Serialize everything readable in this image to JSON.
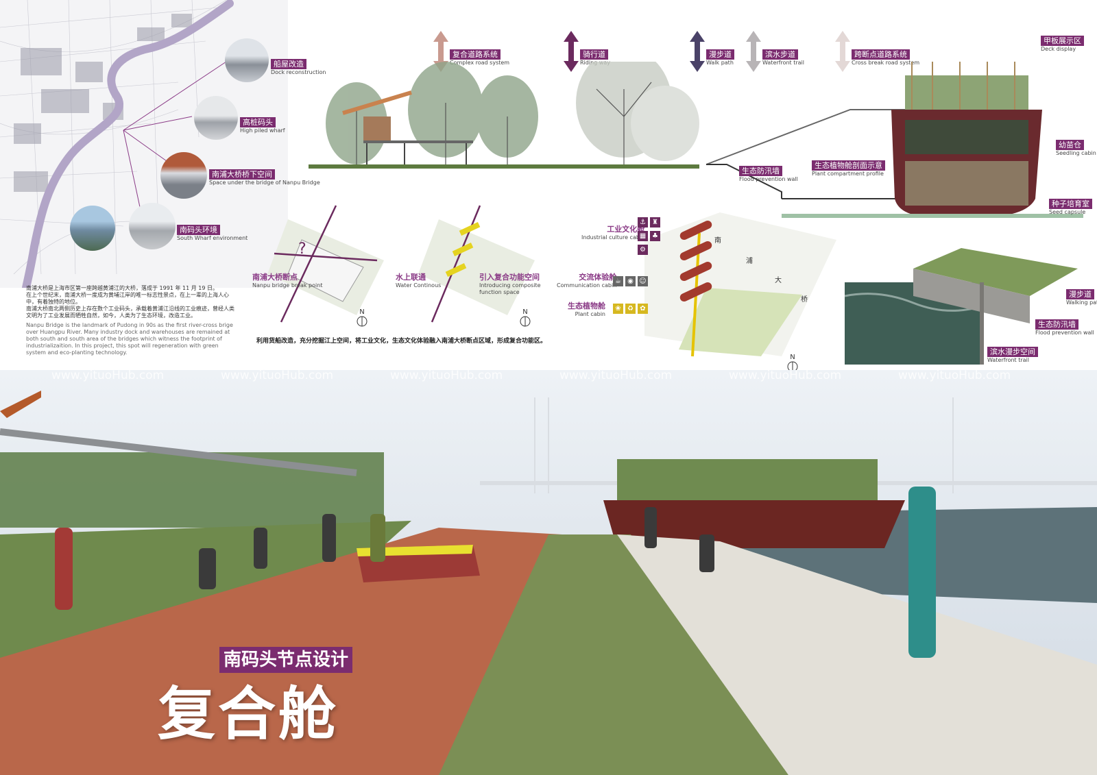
{
  "map_labels": [
    {
      "cn": "船屋改造",
      "en": "Dock reconstruction"
    },
    {
      "cn": "高桩码头",
      "en": "High piled wharf"
    },
    {
      "cn": "南浦大桥桥下空间",
      "en": "Space under the bridge of Nanpu Bridge"
    },
    {
      "cn": "南码头环境",
      "en": "South Wharf environment"
    }
  ],
  "intro": {
    "cn1": "南浦大桥是上海市区第一座跨越黄浦江的大桥，落成于 1991 年 11 月 19 日。",
    "cn2": "在上个世纪末，南浦大桥一度成为黄埔江岸的唯一标志性景点，在上一辈的上海人心中，有着独特的地位。",
    "cn3": "南浦大桥南北两侧历史上存在数个工业码头，承载着黄浦江沿线的工业痕迹，曾经人类文明为了工业发展而牺牲自然，如今，人类为了生态环境，改造工业。",
    "en": "Nanpu Bridge is the landmark of Pudong in 90s as the first river-cross brige over Huangpu River. Many industry dock and warehouses are remained at both south and south area of the bridges which witness the footprint of industrializaition. In this project, this spot will regeneration with green system and eco-planting technology."
  },
  "legend": [
    {
      "cn": "复合道路系统",
      "en": "Complex road system",
      "color": "#c99a8f"
    },
    {
      "cn": "骑行道",
      "en": "Riding way",
      "color": "#6b2a5e"
    },
    {
      "cn": "漫步道",
      "en": "Walk path",
      "color": "#4a4268"
    },
    {
      "cn": "滨水步道",
      "en": "Waterfront trail",
      "color": "#b8b4b6"
    },
    {
      "cn": "跨断点道路系统",
      "en": "Cross break road system",
      "color": "#e3d8d6"
    }
  ],
  "section_labels": [
    {
      "cn": "生态防汛墙",
      "en": "Flood prevention wall"
    },
    {
      "cn": "生态植物舱剖面示意",
      "en": "Plant compartment profile"
    },
    {
      "cn": "甲板展示区",
      "en": "Deck display"
    },
    {
      "cn": "幼苗仓",
      "en": "Seedling cabin"
    },
    {
      "cn": "种子培育室",
      "en": "Seed capsule"
    }
  ],
  "diagram_labels": [
    {
      "cn": "南浦大桥断点",
      "en": "Nanpu bridge break point"
    },
    {
      "cn": "水上联通",
      "en": "Water Continous"
    },
    {
      "cn": "引入复合功能空间",
      "en": "Introducing composite function space"
    }
  ],
  "diagram_caption": "利用货船改造，充分挖掘江上空间，将工业文化，生态文化体验融入南浦大桥断点区域，形成复合功能区。",
  "cabins": [
    {
      "cn": "工业文化舱",
      "en": "Industrial culture cabin",
      "icons": [
        "⚓",
        "♜",
        "▦",
        "♣",
        "⚙"
      ]
    },
    {
      "cn": "交流体验舱",
      "en": "Communication cabin",
      "icons": [
        "☕",
        "◉",
        "☺"
      ]
    },
    {
      "cn": "生态植物舱",
      "en": "Plant cabin",
      "icons": [
        "❀",
        "♻",
        "✿"
      ]
    }
  ],
  "site_map_chars": [
    "南",
    "浦",
    "大",
    "桥"
  ],
  "flood_labels": [
    {
      "cn": "漫步道",
      "en": "Walking path"
    },
    {
      "cn": "生态防汛墙",
      "en": "Flood prevention wall"
    },
    {
      "cn": "滨水漫步空间",
      "en": "Waterfront trail"
    }
  ],
  "north_symbol": "N",
  "watermark": "www.yituoHub.com",
  "subtitle": "南码头节点设计",
  "title": "复合舱"
}
